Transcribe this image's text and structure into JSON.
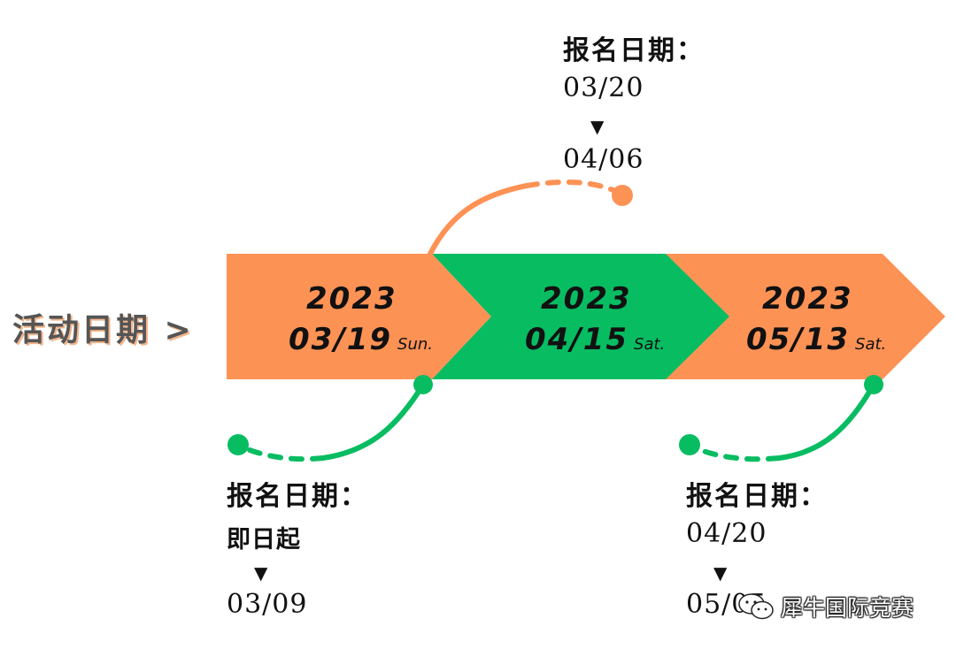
{
  "side_label": "活动日期 >",
  "colors": {
    "orange": "#fd9255",
    "green": "#08bc62"
  },
  "events": [
    {
      "year": "2023",
      "date": "03/19",
      "day": "Sun.",
      "color": "orange"
    },
    {
      "year": "2023",
      "date": "04/15",
      "day": "Sat.",
      "color": "green"
    },
    {
      "year": "2023",
      "date": "05/13",
      "day": "Sat.",
      "color": "orange"
    }
  ],
  "registrations": [
    {
      "title": "报名日期：",
      "start": "即日起",
      "arrow": "▼",
      "end": "03/09"
    },
    {
      "title": "报名日期：",
      "start": "03/20",
      "arrow": "▼",
      "end": "04/06"
    },
    {
      "title": "报名日期：",
      "start": "04/20",
      "arrow": "▼",
      "end": "05/05"
    }
  ],
  "watermark": {
    "icon": "wechat-icon",
    "text": "犀牛国际竞赛"
  }
}
